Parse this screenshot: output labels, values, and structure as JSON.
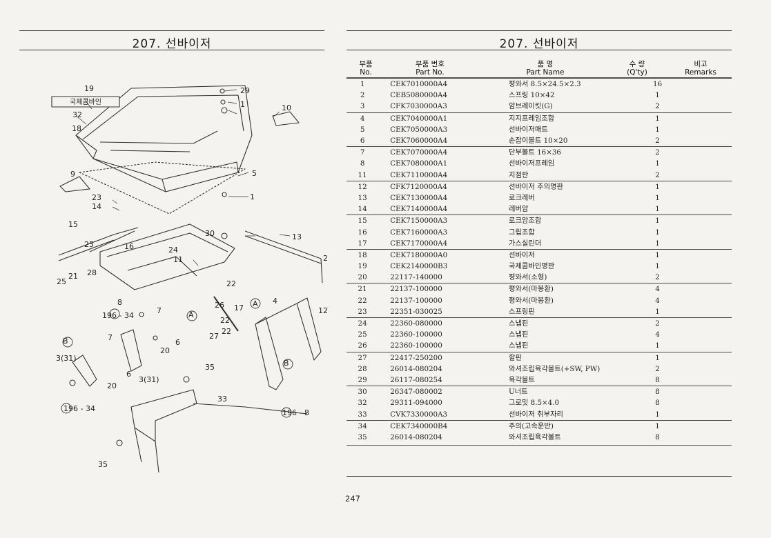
{
  "left_title": "207. 선바이저",
  "right_title": "207. 선바이저",
  "page_number": "247",
  "headers": {
    "no_ko": "부품",
    "no_en": "No.",
    "part_ko": "부품 번호",
    "part_en": "Part No.",
    "name_ko": "품 명",
    "name_en": "Part Name",
    "qty_ko": "수 량",
    "qty_en": "(Q'ty)",
    "rem_ko": "비고",
    "rem_en": "Remarks"
  },
  "diagram": {
    "callout_label": "국제콤바인",
    "labels": [
      "19",
      "29",
      "1",
      "10",
      "32",
      "18",
      "9",
      "5",
      "1",
      "23",
      "14",
      "15",
      "30",
      "13",
      "25",
      "16",
      "24",
      "11",
      "2",
      "21",
      "28",
      "25",
      "22",
      "8",
      "196 - 34",
      "7",
      "A",
      "26",
      "17",
      "22",
      "A",
      "4",
      "12",
      "B",
      "7",
      "6",
      "27",
      "22",
      "20",
      "3(31)",
      "6",
      "3(31)",
      "35",
      "20",
      "B",
      "33",
      "196 - 34",
      "196 - 8",
      "35"
    ]
  },
  "parts": [
    {
      "no": "1",
      "part": "CEK7010000A4",
      "name": "평와서 8.5×24.5×2.3",
      "qty": "16",
      "group_start": true
    },
    {
      "no": "2",
      "part": "CEB5080000A4",
      "name": "스프링 10×42",
      "qty": "1"
    },
    {
      "no": "3",
      "part": "CFK7030000A3",
      "name": "암브레이킷(G)",
      "qty": "2"
    },
    {
      "no": "4",
      "part": "CEK7040000A1",
      "name": "지지프레임조합",
      "qty": "1",
      "group_start": true
    },
    {
      "no": "5",
      "part": "CEK7050000A3",
      "name": "선바이저매트",
      "qty": "1"
    },
    {
      "no": "6",
      "part": "CEK7060000A4",
      "name": "손잡이볼트 10×20",
      "qty": "2"
    },
    {
      "no": "7",
      "part": "CEK7070000A4",
      "name": "단부볼트 16×36",
      "qty": "2",
      "group_start": true
    },
    {
      "no": "8",
      "part": "CEK7080000A1",
      "name": "선바이저프레임",
      "qty": "1"
    },
    {
      "no": "11",
      "part": "CEK7110000A4",
      "name": "지점판",
      "qty": "2"
    },
    {
      "no": "12",
      "part": "CFK7120000A4",
      "name": "선바이저 주의명판",
      "qty": "1",
      "group_start": true
    },
    {
      "no": "13",
      "part": "CEK7130000A4",
      "name": "로크레버",
      "qty": "1"
    },
    {
      "no": "14",
      "part": "CEK7140000A4",
      "name": "레버암",
      "qty": "1"
    },
    {
      "no": "15",
      "part": "CEK7150000A3",
      "name": "로크암조합",
      "qty": "1",
      "group_start": true
    },
    {
      "no": "16",
      "part": "CEK7160000A3",
      "name": "그립조합",
      "qty": "1"
    },
    {
      "no": "17",
      "part": "CEK7170000A4",
      "name": "가스실린더",
      "qty": "1"
    },
    {
      "no": "18",
      "part": "CEK7180000A0",
      "name": "선바이저",
      "qty": "1",
      "group_start": true
    },
    {
      "no": "19",
      "part": "CEK2140000B3",
      "name": "국제콤바인명판",
      "qty": "1"
    },
    {
      "no": "20",
      "part": "22117-140000",
      "name": "평와서(소형)",
      "qty": "2"
    },
    {
      "no": "21",
      "part": "22137-100000",
      "name": "평와서(마봉환)",
      "qty": "4",
      "group_start": true
    },
    {
      "no": "22",
      "part": "22137-100000",
      "name": "평와서(마봉환)",
      "qty": "4"
    },
    {
      "no": "23",
      "part": "22351-030025",
      "name": "스프링핀",
      "qty": "1"
    },
    {
      "no": "24",
      "part": "22360-080000",
      "name": "스냅핀",
      "qty": "2",
      "group_start": true
    },
    {
      "no": "25",
      "part": "22360-100000",
      "name": "스냅핀",
      "qty": "4"
    },
    {
      "no": "26",
      "part": "22360-100000",
      "name": "스냅핀",
      "qty": "1"
    },
    {
      "no": "27",
      "part": "22417-250200",
      "name": "할핀",
      "qty": "1",
      "group_start": true
    },
    {
      "no": "28",
      "part": "26014-080204",
      "name": "와셔조립육각볼트(+SW, PW)",
      "qty": "2"
    },
    {
      "no": "29",
      "part": "26117-080254",
      "name": "육각볼트",
      "qty": "8"
    },
    {
      "no": "30",
      "part": "26347-080002",
      "name": "U너트",
      "qty": "8",
      "group_start": true
    },
    {
      "no": "32",
      "part": "29311-094000",
      "name": "그로밋 8.5×4.0",
      "qty": "8"
    },
    {
      "no": "33",
      "part": "CVK7330000A3",
      "name": "선바이저 취부자리",
      "qty": "1"
    },
    {
      "no": "34",
      "part": "CEK7340000B4",
      "name": "주의(고속운반)",
      "qty": "1",
      "group_start": true
    },
    {
      "no": "35",
      "part": "26014-080204",
      "name": "와셔조립육각볼트",
      "qty": "8"
    }
  ]
}
